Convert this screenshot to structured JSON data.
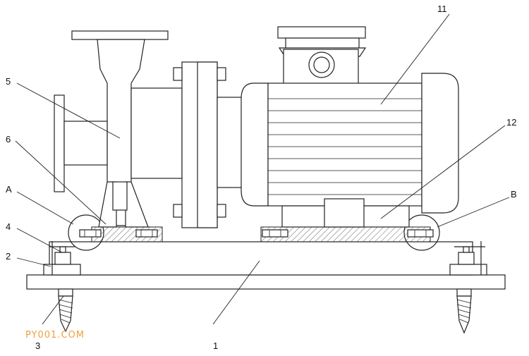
{
  "labels": {
    "l1": "1",
    "l2": "2",
    "l3": "3",
    "l4": "4",
    "l5": "5",
    "l6": "6",
    "l11": "11",
    "l12": "12",
    "lA": "A",
    "lB": "B"
  },
  "watermark": "PY001.COM",
  "colors": {
    "line": "#222222",
    "background": "#ffffff",
    "watermark": "#f0a040"
  }
}
